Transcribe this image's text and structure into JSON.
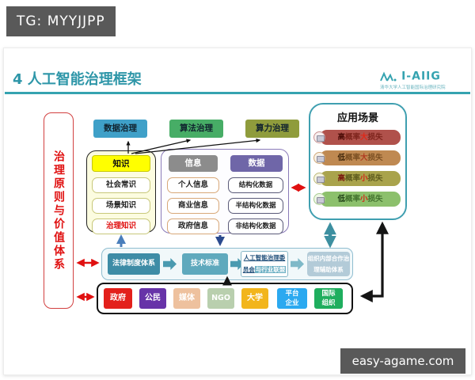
{
  "palette": {
    "accent_teal": "#35a3b0",
    "alert_red": "#e01010",
    "navy": "#1f4e79",
    "flow_blue": "#3fa0c8",
    "flow_green": "#47ad66",
    "flow_olive": "#8f9c3c"
  },
  "overlay": {
    "tg_badge": "TG: MYYJJPP",
    "watermark": "easy-agame.com"
  },
  "header": {
    "title": "4 人工智能治理框架",
    "logo_text": "I-AIIG",
    "logo_subtitle": "清华大学人工智能国际治理研究院"
  },
  "left_panel": {
    "label": "治理原则与价值体系"
  },
  "top_flow": {
    "items": [
      {
        "label": "数据治理"
      },
      {
        "label": "算法治理"
      },
      {
        "label": "算力治理"
      }
    ]
  },
  "knowledge": {
    "header": "知识",
    "items": [
      {
        "label": "社会常识"
      },
      {
        "label": "场景知识"
      },
      {
        "label": "治理知识"
      }
    ]
  },
  "info": {
    "header": "信息",
    "items": [
      {
        "label": "个人信息"
      },
      {
        "label": "商业信息"
      },
      {
        "label": "政府信息"
      }
    ]
  },
  "data_col": {
    "header": "数据",
    "items": [
      {
        "label": "结构化数据"
      },
      {
        "label": "半结构化数据"
      },
      {
        "label": "非结构化数据"
      }
    ]
  },
  "scenarios": {
    "title": "应用场景",
    "pills": [
      {
        "prob": "高",
        "mid": "概率",
        "size": "大",
        "tail": "损失"
      },
      {
        "prob": "低",
        "mid": "概率",
        "size": "大",
        "tail": "损失"
      },
      {
        "prob": "高",
        "mid": "概率",
        "size": "小",
        "tail": "损失"
      },
      {
        "prob": "低",
        "mid": "概率",
        "size": "小",
        "tail": "损失"
      }
    ]
  },
  "process": {
    "legal": "法律制度体系",
    "tech": "技术标准",
    "committee_line1": "人工智能治理委",
    "committee_line2a": "员会",
    "committee_line2b": "与行业联盟",
    "org_line1": "组织内部合作治",
    "org_line2": "理辅助体系"
  },
  "stakeholders": {
    "items": [
      {
        "label": "政府"
      },
      {
        "label": "公民"
      },
      {
        "label": "媒体"
      },
      {
        "label": "NGO"
      },
      {
        "label": "大学"
      },
      {
        "line1": "平台",
        "line2": "企业"
      },
      {
        "line1": "国际",
        "line2": "组织"
      }
    ]
  }
}
